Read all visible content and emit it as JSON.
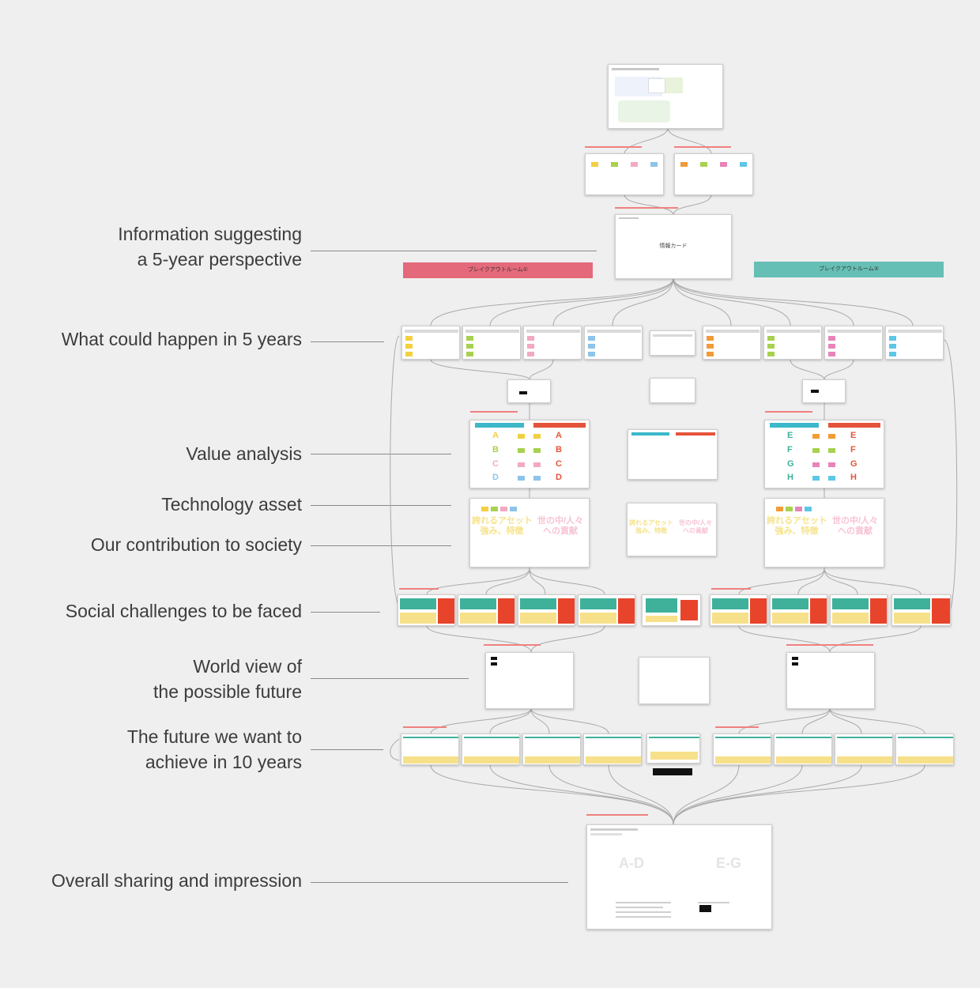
{
  "labels": [
    {
      "id": "info",
      "line1": "Information suggesting",
      "line2": "a 5-year perspective"
    },
    {
      "id": "what",
      "line1": "What could happen in 5 years"
    },
    {
      "id": "value",
      "line1": "Value analysis"
    },
    {
      "id": "tech",
      "line1": "Technology asset"
    },
    {
      "id": "contrib",
      "line1": "Our contribution to society"
    },
    {
      "id": "social",
      "line1": "Social challenges to be faced"
    },
    {
      "id": "world",
      "line1": "World view of",
      "line2": "the possible future"
    },
    {
      "id": "future",
      "line1": "The future we want to",
      "line2": "achieve in 10 years"
    },
    {
      "id": "overall",
      "line1": "Overall sharing and impression"
    }
  ],
  "board": {
    "info_card_title": "情報カード",
    "breakout_left": "ブレイクアウトルーム①",
    "breakout_right": "ブレイクアウトルーム②",
    "value_letters_left": [
      "A",
      "B",
      "C",
      "D"
    ],
    "value_letters_right": [
      "E",
      "F",
      "G",
      "H"
    ],
    "asset_left_title": "誇れるアセット\n強み、特徴",
    "asset_right_title": "世の中/人々\nへの貢献",
    "final_left": "A-D",
    "final_right": "E-G"
  },
  "colors": {
    "breakout_left": "#e4697a",
    "breakout_right": "#66bfb5",
    "value_header_left": "#3bb8c9",
    "value_header_right": "#e5533b",
    "yellow": "#f2d040",
    "green": "#a8d14f",
    "pink": "#f2a9c4",
    "blue": "#8cc4ea",
    "orange": "#f29b38",
    "teal": "#3fb19b",
    "red": "#e8442b"
  }
}
